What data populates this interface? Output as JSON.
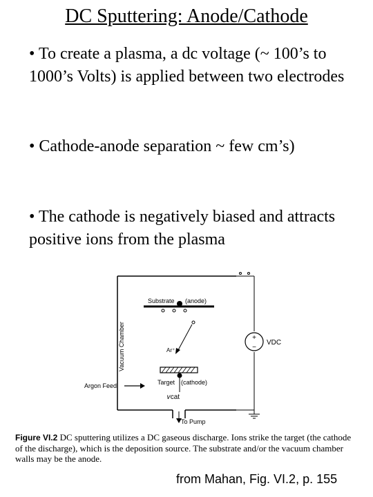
{
  "slide": {
    "title": "DC Sputtering: Anode/Cathode",
    "bullets": [
      "• To create a plasma, a dc voltage (~ 100’s to 1000’s Volts) is applied between two electrodes",
      "• Cathode-anode separation ~ few cm’s)",
      "• The cathode is negatively biased and attracts positive ions from the plasma"
    ]
  },
  "figure": {
    "labels": {
      "chamber": "Vacuum Chamber",
      "substrate": "Substrate",
      "anode": "(anode)",
      "ion": "Ar⁺",
      "target": "Target",
      "cathode": "(cathode)",
      "argon_feed": "Argon Feed",
      "vcat": "𝑣cat",
      "to_pump": "To Pump",
      "plus": "+",
      "minus": "−",
      "vdc": "VDC"
    },
    "caption_label": "Figure VI.2",
    "caption_text": "DC sputtering utilizes a DC gaseous discharge. Ions strike the target (the cathode of the discharge), which is the deposition source. The substrate and/or the vacuum chamber walls may be the anode."
  },
  "credit": "from Mahan, Fig. VI.2, p. 155"
}
